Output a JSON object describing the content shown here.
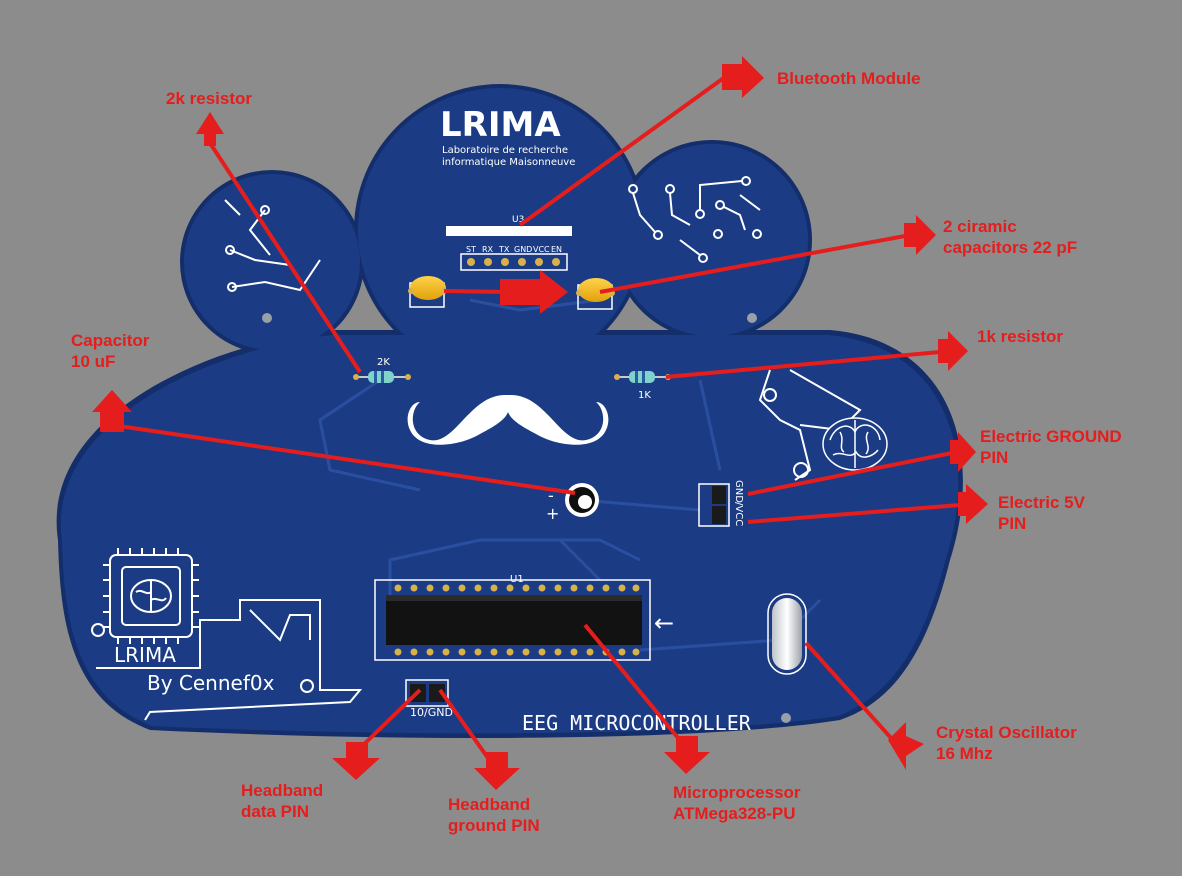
{
  "board": {
    "logo_main": "LRIMA",
    "logo_sub_1": "Laboratoire de recherche",
    "logo_sub_2": "informatique Maisonneuve",
    "u3_ref": "U3",
    "u3_pins": [
      "ST",
      "RX",
      "TX",
      "GND",
      "VCC",
      "EN"
    ],
    "r_2k_label": "2K",
    "r_1k_label": "1K",
    "u1_ref": "U1",
    "cap_pol_minus": "-",
    "cap_pol_plus": "+",
    "gnd_vcc_label_1": "GND",
    "gnd_vcc_label_2": "/VCC",
    "header_label": "10/GND",
    "chip_logo_text": "LRIMA",
    "author_text": "By Cennef0x",
    "board_title": "EEG MICROCONTROLLER",
    "arrow_glyph": "←"
  },
  "callouts": {
    "bluetooth": "Bluetooth Module",
    "resistor_2k": "2k resistor",
    "capacitors_line1": "2 ciramic",
    "capacitors_line2": "capacitors 22 pF",
    "resistor_1k": "1k resistor",
    "capacitor_10uf_line1": "Capacitor",
    "capacitor_10uf_line2": "10 uF",
    "ground_pin_line1": "Electric GROUND",
    "ground_pin_line2": "PIN",
    "vcc_pin_line1": "Electric 5V",
    "vcc_pin_line2": "PIN",
    "crystal_line1": "Crystal Oscillator",
    "crystal_line2": "16 Mhz",
    "headband_data_line1": "Headband",
    "headband_data_line2": "data PIN",
    "headband_ground_line1": "Headband",
    "headband_ground_line2": "ground PIN",
    "micro_line1": "Microprocessor",
    "micro_line2": "ATMega328-PU"
  },
  "colors": {
    "background": "#8c8c8c",
    "pcb": "#1b3c84",
    "pcb_edge": "#142e6b",
    "annotation": "#e51d1d",
    "silkscreen": "#ffffff"
  }
}
